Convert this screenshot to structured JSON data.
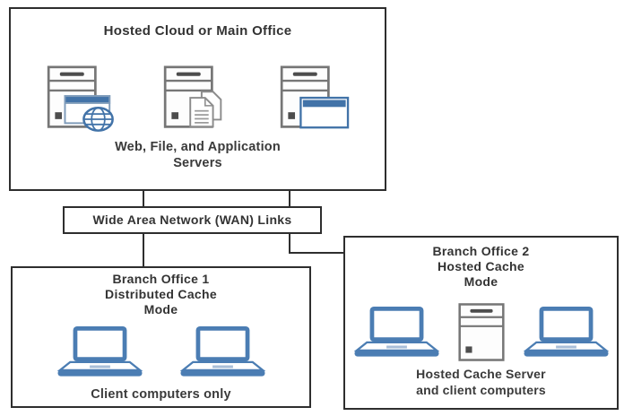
{
  "diagram": {
    "hosted_cloud": {
      "title": "Hosted Cloud or Main Office",
      "caption_line1": "Web, File, and Application",
      "caption_line2": "Servers",
      "server_icons": [
        "web-server-icon",
        "file-server-icon",
        "application-server-icon"
      ]
    },
    "wan": {
      "label": "Wide Area Network (WAN) Links"
    },
    "branch_office_1": {
      "title_line1": "Branch Office 1",
      "title_line2": "Distributed Cache",
      "title_line3": "Mode",
      "caption": "Client computers only",
      "icons": [
        "laptop-icon",
        "laptop-icon"
      ]
    },
    "branch_office_2": {
      "title_line1": "Branch Office 2",
      "title_line2": "Hosted Cache",
      "title_line3": "Mode",
      "caption_line1": "Hosted Cache Server",
      "caption_line2": "and client computers",
      "icons": [
        "laptop-icon",
        "cache-server-icon",
        "laptop-icon"
      ]
    },
    "colors": {
      "accent_blue": "#4b7db3",
      "window_bar_blue": "#4273a8",
      "tower_outline_gray": "#767676",
      "box_border": "#2e2e2e",
      "text": "#333333"
    }
  }
}
